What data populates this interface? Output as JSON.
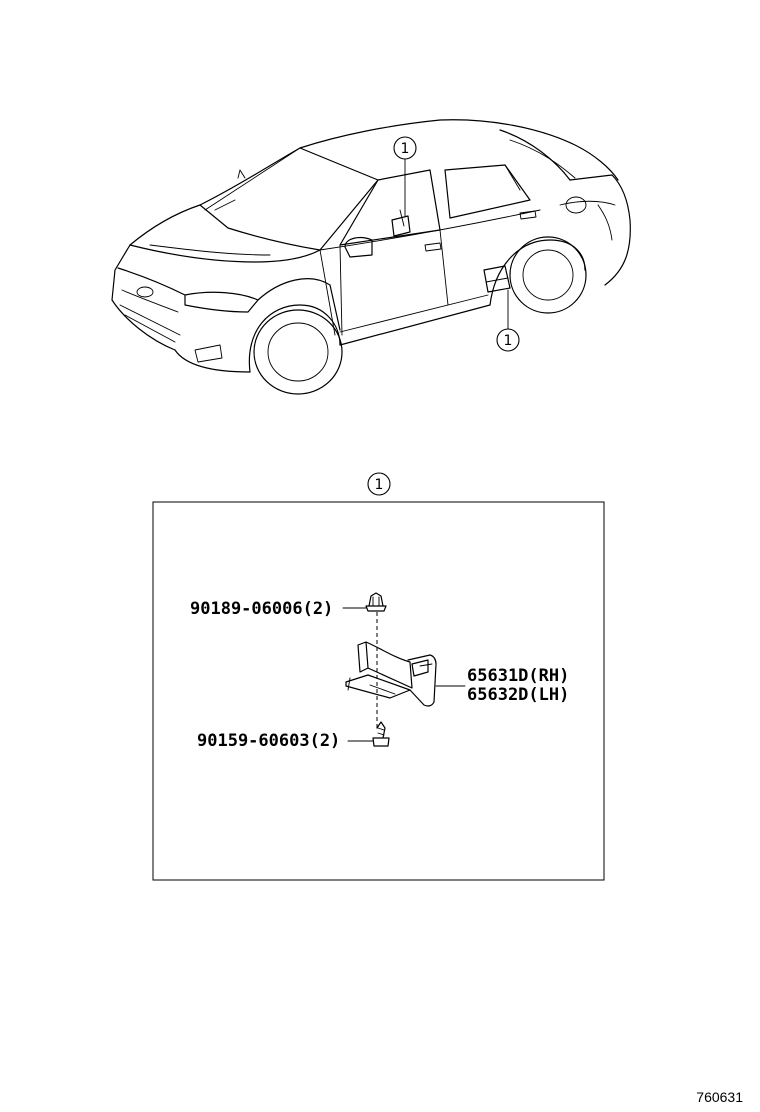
{
  "callouts": {
    "car_upper": "1",
    "car_lower": "1",
    "detail_title": "1"
  },
  "parts": {
    "clip": "90189-06006(2)",
    "screw": "90159-60603(2)",
    "protector_rh": "65631D(RH)",
    "protector_lh": "65632D(LH)"
  },
  "figure_number": "760631"
}
